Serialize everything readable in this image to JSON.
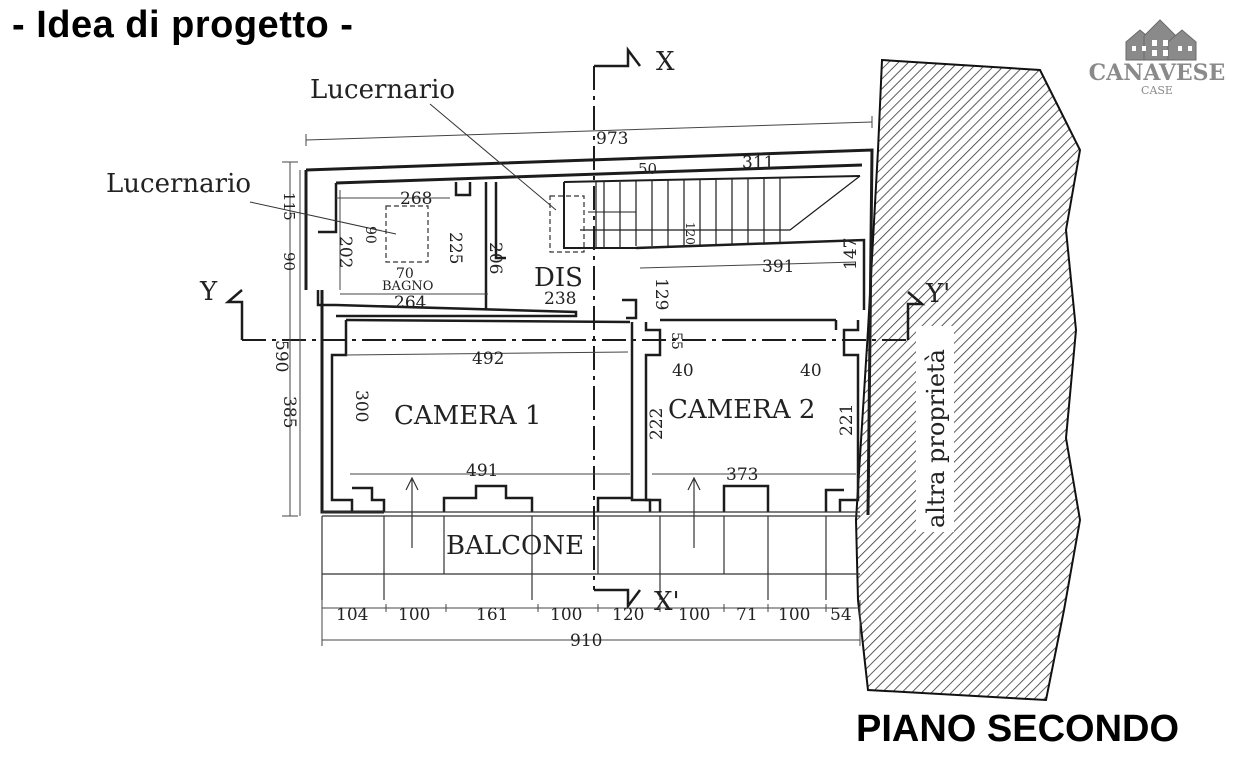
{
  "header": {
    "title": "- Idea di progetto -",
    "floor_label": "PIANO SECONDO"
  },
  "logo": {
    "name": "CANAVESE",
    "sub": "CASE"
  },
  "plan": {
    "rooms": {
      "bagno": "BAGNO",
      "dis": "DIS",
      "camera1": "CAMERA 1",
      "camera2": "CAMERA 2",
      "balcone": "BALCONE"
    },
    "skylight_label_1": "Lucernario",
    "skylight_label_2": "Lucernario",
    "neighbor_label": "altra proprietà",
    "axes": {
      "x_top": "X",
      "x_bottom": "X'",
      "y_left": "Y",
      "y_right": "Y'"
    },
    "dims": {
      "overall_width": "973",
      "stair_offset": "50",
      "stair_length": "311",
      "stair_width": "120",
      "bagno_width": "268",
      "bagno_width_low": "264",
      "skylight_w": "70",
      "skylight_h": "90",
      "bagno_h_left": "202",
      "bagno_h_right": "225",
      "dis_h": "206",
      "dis_width": "238",
      "cam2_top_width": "391",
      "cam2_h_129": "129",
      "cam2_h_147": "147",
      "left_115": "115",
      "left_90": "90",
      "left_590": "590",
      "left_385": "385",
      "cam1_width_top": "492",
      "cam1_height": "300",
      "cam1_width_bottom": "491",
      "door_55": "55",
      "wall_40_left": "40",
      "wall_40_right": "40",
      "cam2_h_left": "222",
      "cam2_h_right": "221",
      "cam2_width_bottom": "373",
      "bottom_segments": [
        "104",
        "100",
        "161",
        "100",
        "120",
        "100",
        "71",
        "100",
        "54"
      ],
      "bottom_total": "910"
    }
  },
  "colors": {
    "ink": "#1c1c1c",
    "hatch": "#333333",
    "logo_grey": "#8a8a8a"
  }
}
